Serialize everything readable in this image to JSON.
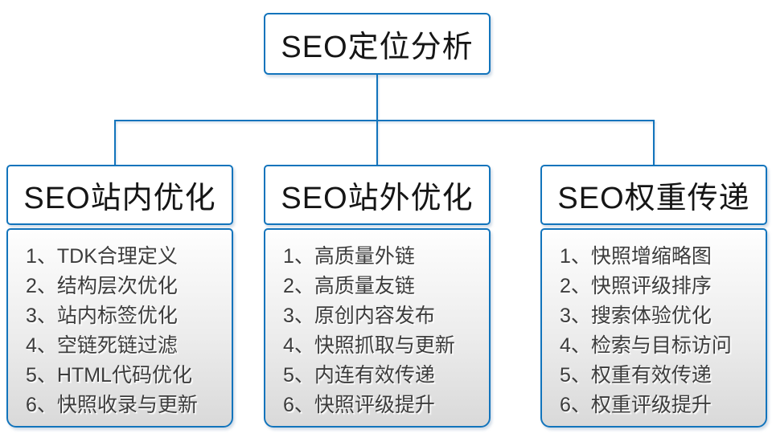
{
  "diagram": {
    "root": {
      "title": "SEO定位分析"
    },
    "columns": [
      {
        "title": "SEO站内优化",
        "items": [
          "1、TDK合理定义",
          "2、结构层次优化",
          "3、站内标签优化",
          "4、空链死链过滤",
          "5、HTML代码优化",
          "6、快照收录与更新"
        ]
      },
      {
        "title": "SEO站外优化",
        "items": [
          "1、高质量外链",
          "2、高质量友链",
          "3、原创内容发布",
          "4、快照抓取与更新",
          "5、内连有效传递",
          "6、快照评级提升"
        ]
      },
      {
        "title": "SEO权重传递",
        "items": [
          "1、快照增缩略图",
          "2、快照评级排序",
          "3、搜索体验优化",
          "4、检索与目标访问",
          "5、权重有效传递",
          "6、权重评级提升"
        ]
      }
    ],
    "colors": {
      "accent_blue": "#1274bc",
      "list_gradient_top": "#fefefe",
      "list_gradient_bottom": "#d9d9d9",
      "header_text": "#151515",
      "list_text": "#3c3c3c",
      "background": "#ffffff"
    }
  }
}
